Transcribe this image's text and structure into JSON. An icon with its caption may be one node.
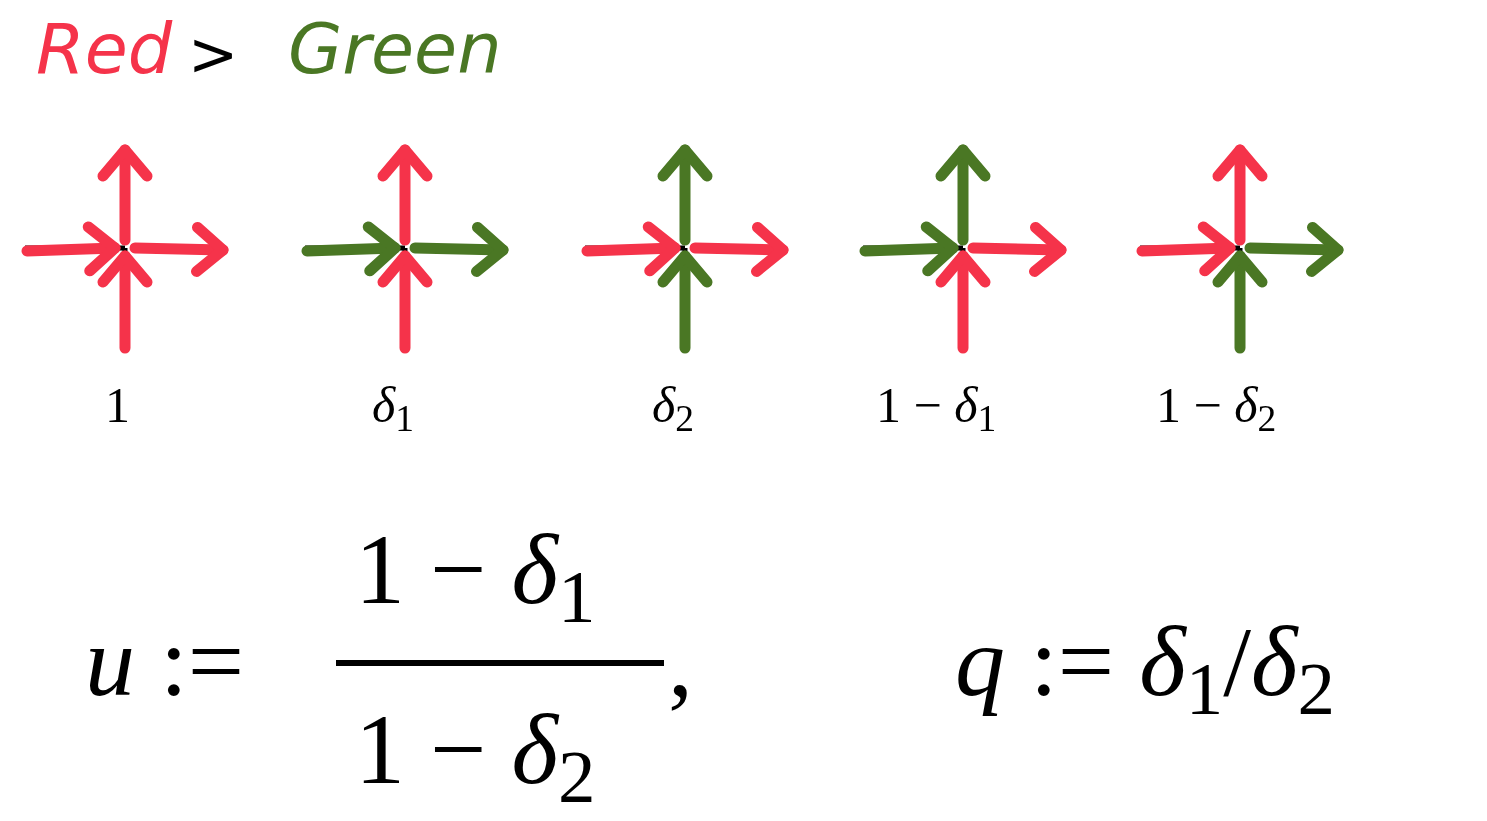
{
  "diagram": {
    "labels": [
      "Red",
      ">",
      "Green",
      "1",
      "*δ*$_{1}$",
      "*δ*$_{2}$",
      "1 − *δ*$_{1}$",
      "1 − *δ*$_{2}$",
      "*u* :=",
      "1 − *δ*$_{1}$",
      "1 − *δ*$_{2}$",
      ",",
      "*q* := *δ*$_{1}$/*δ*$_{2}$"
    ]
  }
}
